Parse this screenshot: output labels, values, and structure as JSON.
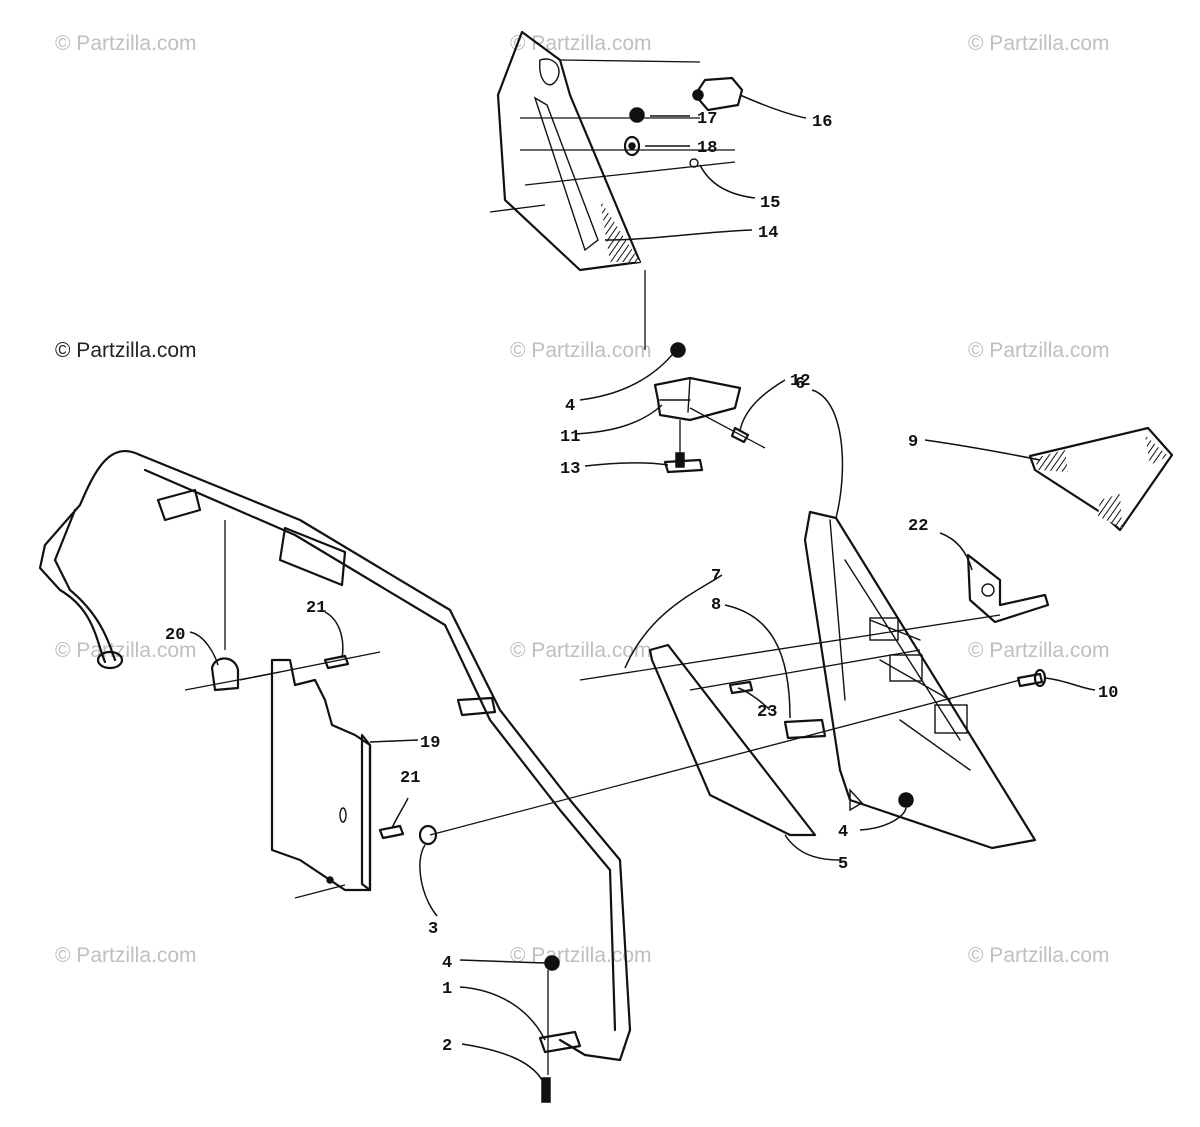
{
  "watermark": {
    "text": "© Partzilla.com"
  },
  "callouts": [
    {
      "id": "16",
      "label": "16"
    },
    {
      "id": "17",
      "label": "17"
    },
    {
      "id": "18",
      "label": "18"
    },
    {
      "id": "15",
      "label": "15"
    },
    {
      "id": "14",
      "label": "14"
    },
    {
      "id": "4a",
      "label": "4"
    },
    {
      "id": "12",
      "label": "12"
    },
    {
      "id": "11",
      "label": "11"
    },
    {
      "id": "6",
      "label": "6"
    },
    {
      "id": "13",
      "label": "13"
    },
    {
      "id": "9",
      "label": "9"
    },
    {
      "id": "22",
      "label": "22"
    },
    {
      "id": "7",
      "label": "7"
    },
    {
      "id": "8",
      "label": "8"
    },
    {
      "id": "21a",
      "label": "21"
    },
    {
      "id": "20",
      "label": "20"
    },
    {
      "id": "23",
      "label": "23"
    },
    {
      "id": "10",
      "label": "10"
    },
    {
      "id": "19",
      "label": "19"
    },
    {
      "id": "21b",
      "label": "21"
    },
    {
      "id": "4b",
      "label": "4"
    },
    {
      "id": "5",
      "label": "5"
    },
    {
      "id": "3",
      "label": "3"
    },
    {
      "id": "4c",
      "label": "4"
    },
    {
      "id": "1",
      "label": "1"
    },
    {
      "id": "2",
      "label": "2"
    }
  ]
}
